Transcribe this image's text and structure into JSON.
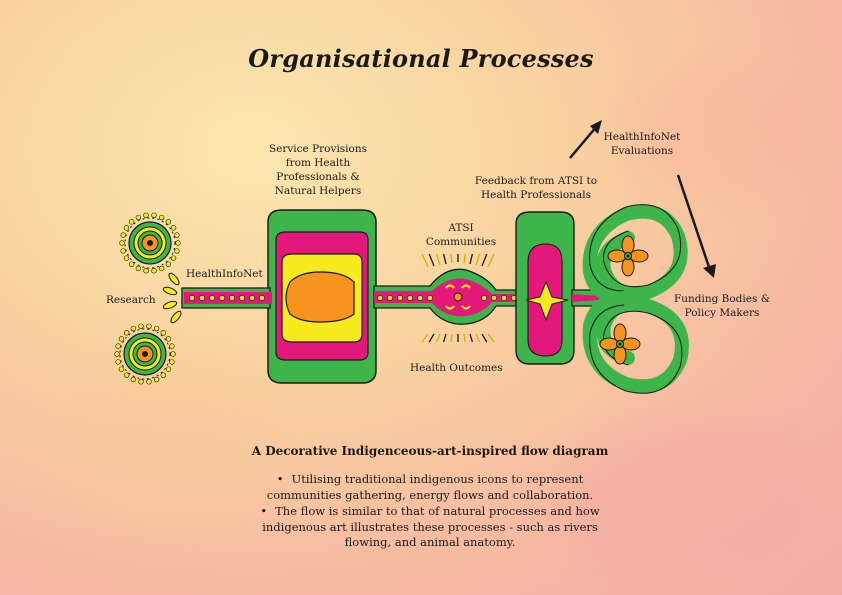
{
  "title": "Organisational Processes",
  "labels": {
    "research": "Research",
    "healthinfonet": "HealthInfoNet",
    "service_provisions": [
      "Service Provisions",
      "from Health",
      "Professionals &",
      "Natural Helpers"
    ],
    "atsi_communities": [
      "ATSI",
      "Communities"
    ],
    "health_outcomes": "Health Outcomes",
    "feedback": [
      "Feedback from ATSI to",
      "Health Professionals"
    ],
    "evaluations": [
      "HealthInfoNet",
      "Evaluations"
    ],
    "funding": [
      "Funding Bodies &",
      "Policy Makers"
    ]
  },
  "description": {
    "heading": "A Decorative Indigenceous-art-inspired flow diagram",
    "bullets": [
      [
        "Utilising traditional indigenous icons to represent",
        "communities gathering, energy flows and collaboration."
      ],
      [
        "The flow is similar to that of natural processes and how",
        "indigenous art illustrates these processes - such as rivers",
        "flowing, and animal anatomy."
      ]
    ]
  },
  "colors": {
    "green": "#3db54a",
    "magenta": "#e2187a",
    "yellow": "#f4ea1e",
    "orange": "#f7941d",
    "outline": "#1a1a1a"
  }
}
